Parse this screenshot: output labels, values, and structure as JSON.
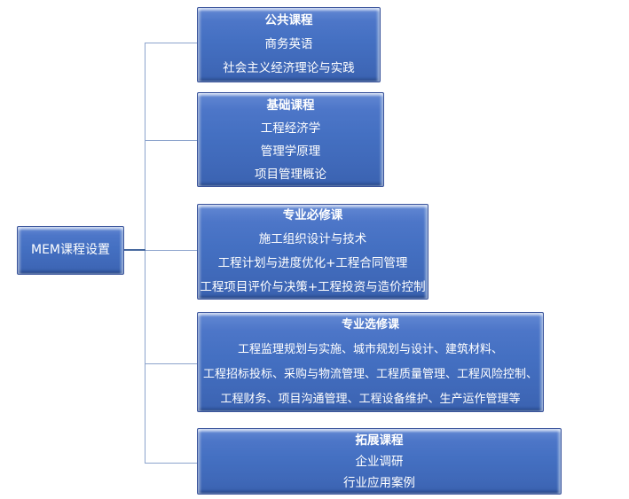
{
  "root": {
    "label": "MEM课程设置"
  },
  "categories": [
    {
      "title": "公共课程",
      "items": [
        "商务英语",
        "社会主义经济理论与实践"
      ]
    },
    {
      "title": "基础课程",
      "items": [
        "工程经济学",
        "管理学原理",
        "项目管理概论"
      ]
    },
    {
      "title": "专业必修课",
      "items": [
        "施工组织设计与技术",
        "工程计划与进度优化+工程合同管理",
        "工程项目评价与决策+工程投资与造价控制"
      ]
    },
    {
      "title": "专业选修课",
      "items": [
        "工程监理规划与实施、城市规划与设计、建筑材料、",
        "工程招标投标、采购与物流管理、工程质量管理、工程风险控制、",
        "工程财务、项目沟通管理、工程设备维护、生产运作管理等"
      ]
    },
    {
      "title": "拓展课程",
      "items": [
        "企业调研",
        "行业应用案例"
      ]
    }
  ],
  "colors": {
    "box_fill_top": "#6389d4",
    "box_fill_bottom": "#3a62b0",
    "box_border": "#39539b",
    "connector": "#8ca3cc",
    "root_connector": "#47699f",
    "text": "#ffffff"
  }
}
